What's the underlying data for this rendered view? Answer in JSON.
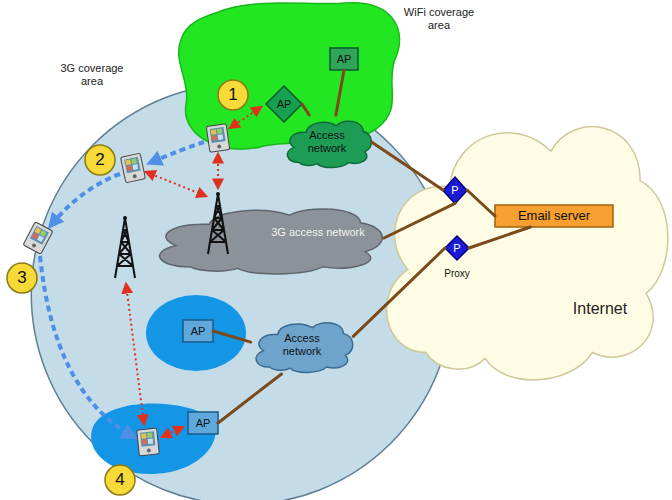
{
  "diagram": {
    "nodes": [
      {
        "text": [
          "3G coverage area"
        ]
      },
      {
        "text": [
          "WiFi coverage area"
        ]
      },
      {
        "text": [
          "Internet"
        ]
      },
      {
        "text": [
          "AP"
        ],
        "in": 1
      },
      {
        "text": [
          "AP"
        ],
        "in": 1
      },
      {
        "text": [
          "Access network"
        ],
        "in": 1
      },
      {
        "text": [
          "3G access network"
        ],
        "in": 0
      },
      {
        "text": [
          "P"
        ],
        "in": 2
      },
      {
        "text": [
          "Email server"
        ],
        "in": 2
      },
      {
        "text": [
          "P",
          "Proxy"
        ],
        "in": 2
      },
      {
        "text": [
          "AP"
        ],
        "in": 0
      },
      {
        "text": [
          "Access network"
        ],
        "in": 0
      },
      {
        "text": [
          "AP"
        ],
        "in": 0
      }
    ],
    "edges": [
      {
        "from": 3,
        "to": 5,
        "arrow": "none"
      },
      {
        "from": 4,
        "to": 5,
        "arrow": "none"
      },
      {
        "from": 5,
        "to": 7,
        "arrow": "none"
      },
      {
        "from": 7,
        "to": 8,
        "arrow": "none"
      },
      {
        "from": 6,
        "to": 7,
        "arrow": "none"
      },
      {
        "from": 9,
        "to": 8,
        "arrow": "none"
      },
      {
        "from": 11,
        "to": 9,
        "arrow": "none"
      },
      {
        "from": 10,
        "to": 11,
        "arrow": "none"
      },
      {
        "from": 12,
        "to": 11,
        "arrow": "none"
      }
    ],
    "labels": [
      "1",
      "2",
      "3",
      "4"
    ]
  }
}
